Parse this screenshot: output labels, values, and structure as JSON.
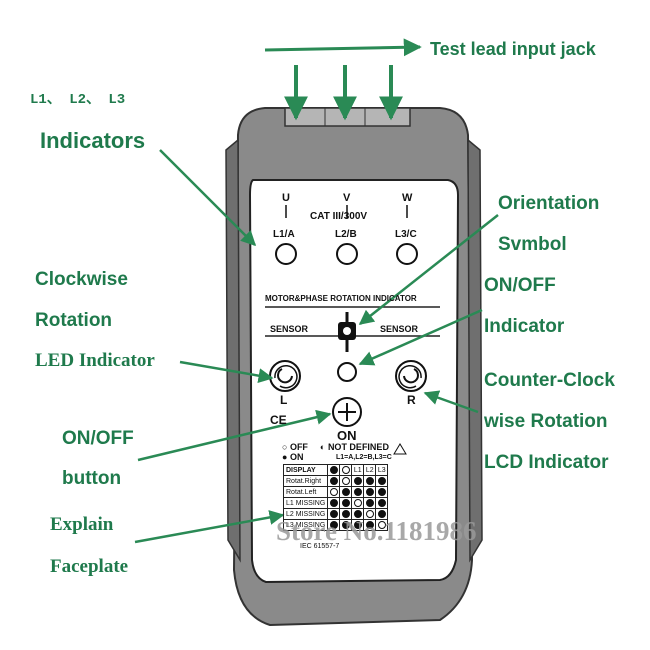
{
  "labels": {
    "test_lead": "Test lead input jack",
    "l123": "L1、 L2、 L3",
    "indicators": "Indicators",
    "clockwise_1": "Clockwise",
    "clockwise_2": "Rotation",
    "clockwise_3": "LED  Indicator",
    "orientation_1": "Orientation",
    "orientation_2": "Svmbol",
    "onoff_ind_1": "ON/OFF",
    "onoff_ind_2": "Indicator",
    "ccw_1": "Counter-Clock",
    "ccw_2": "wise Rotation",
    "ccw_3": "LCD Indicator",
    "onoff_btn_1": "ON/OFF",
    "onoff_btn_2": "button",
    "explain_1": "Explain",
    "explain_2": "Faceplate"
  },
  "device": {
    "u": "U",
    "v": "V",
    "w": "W",
    "cat": "CAT III/300V",
    "l1a": "L1/A",
    "l2b": "L2/B",
    "l3c": "L3/C",
    "title": "MOTOR&PHASE ROTATION INDICATOR",
    "sensor_left": "SENSOR",
    "sensor_right": "SENSOR",
    "l": "L",
    "r": "R",
    "on": "ON",
    "ce": "CE",
    "legend_off": "OFF",
    "legend_on": "ON",
    "legend_nd": "NOT DEFINED",
    "phase_map": "L1=A,L2=B,L3=C",
    "display": "DISPLAY",
    "rows": [
      "Rotat.Right",
      "Rotat.Left",
      "L1 MISSING",
      "L2 MISSING",
      "L3 MISSING"
    ],
    "col_l1": "L1",
    "col_l2": "L2",
    "col_l3": "L3",
    "iec": "IEC 61557-7"
  },
  "watermark": "Store No.1181986",
  "colors": {
    "label": "#1f7a4c",
    "arrow": "#2a8a55",
    "device_body": "#7f7f7f",
    "panel": "#ffffff"
  }
}
